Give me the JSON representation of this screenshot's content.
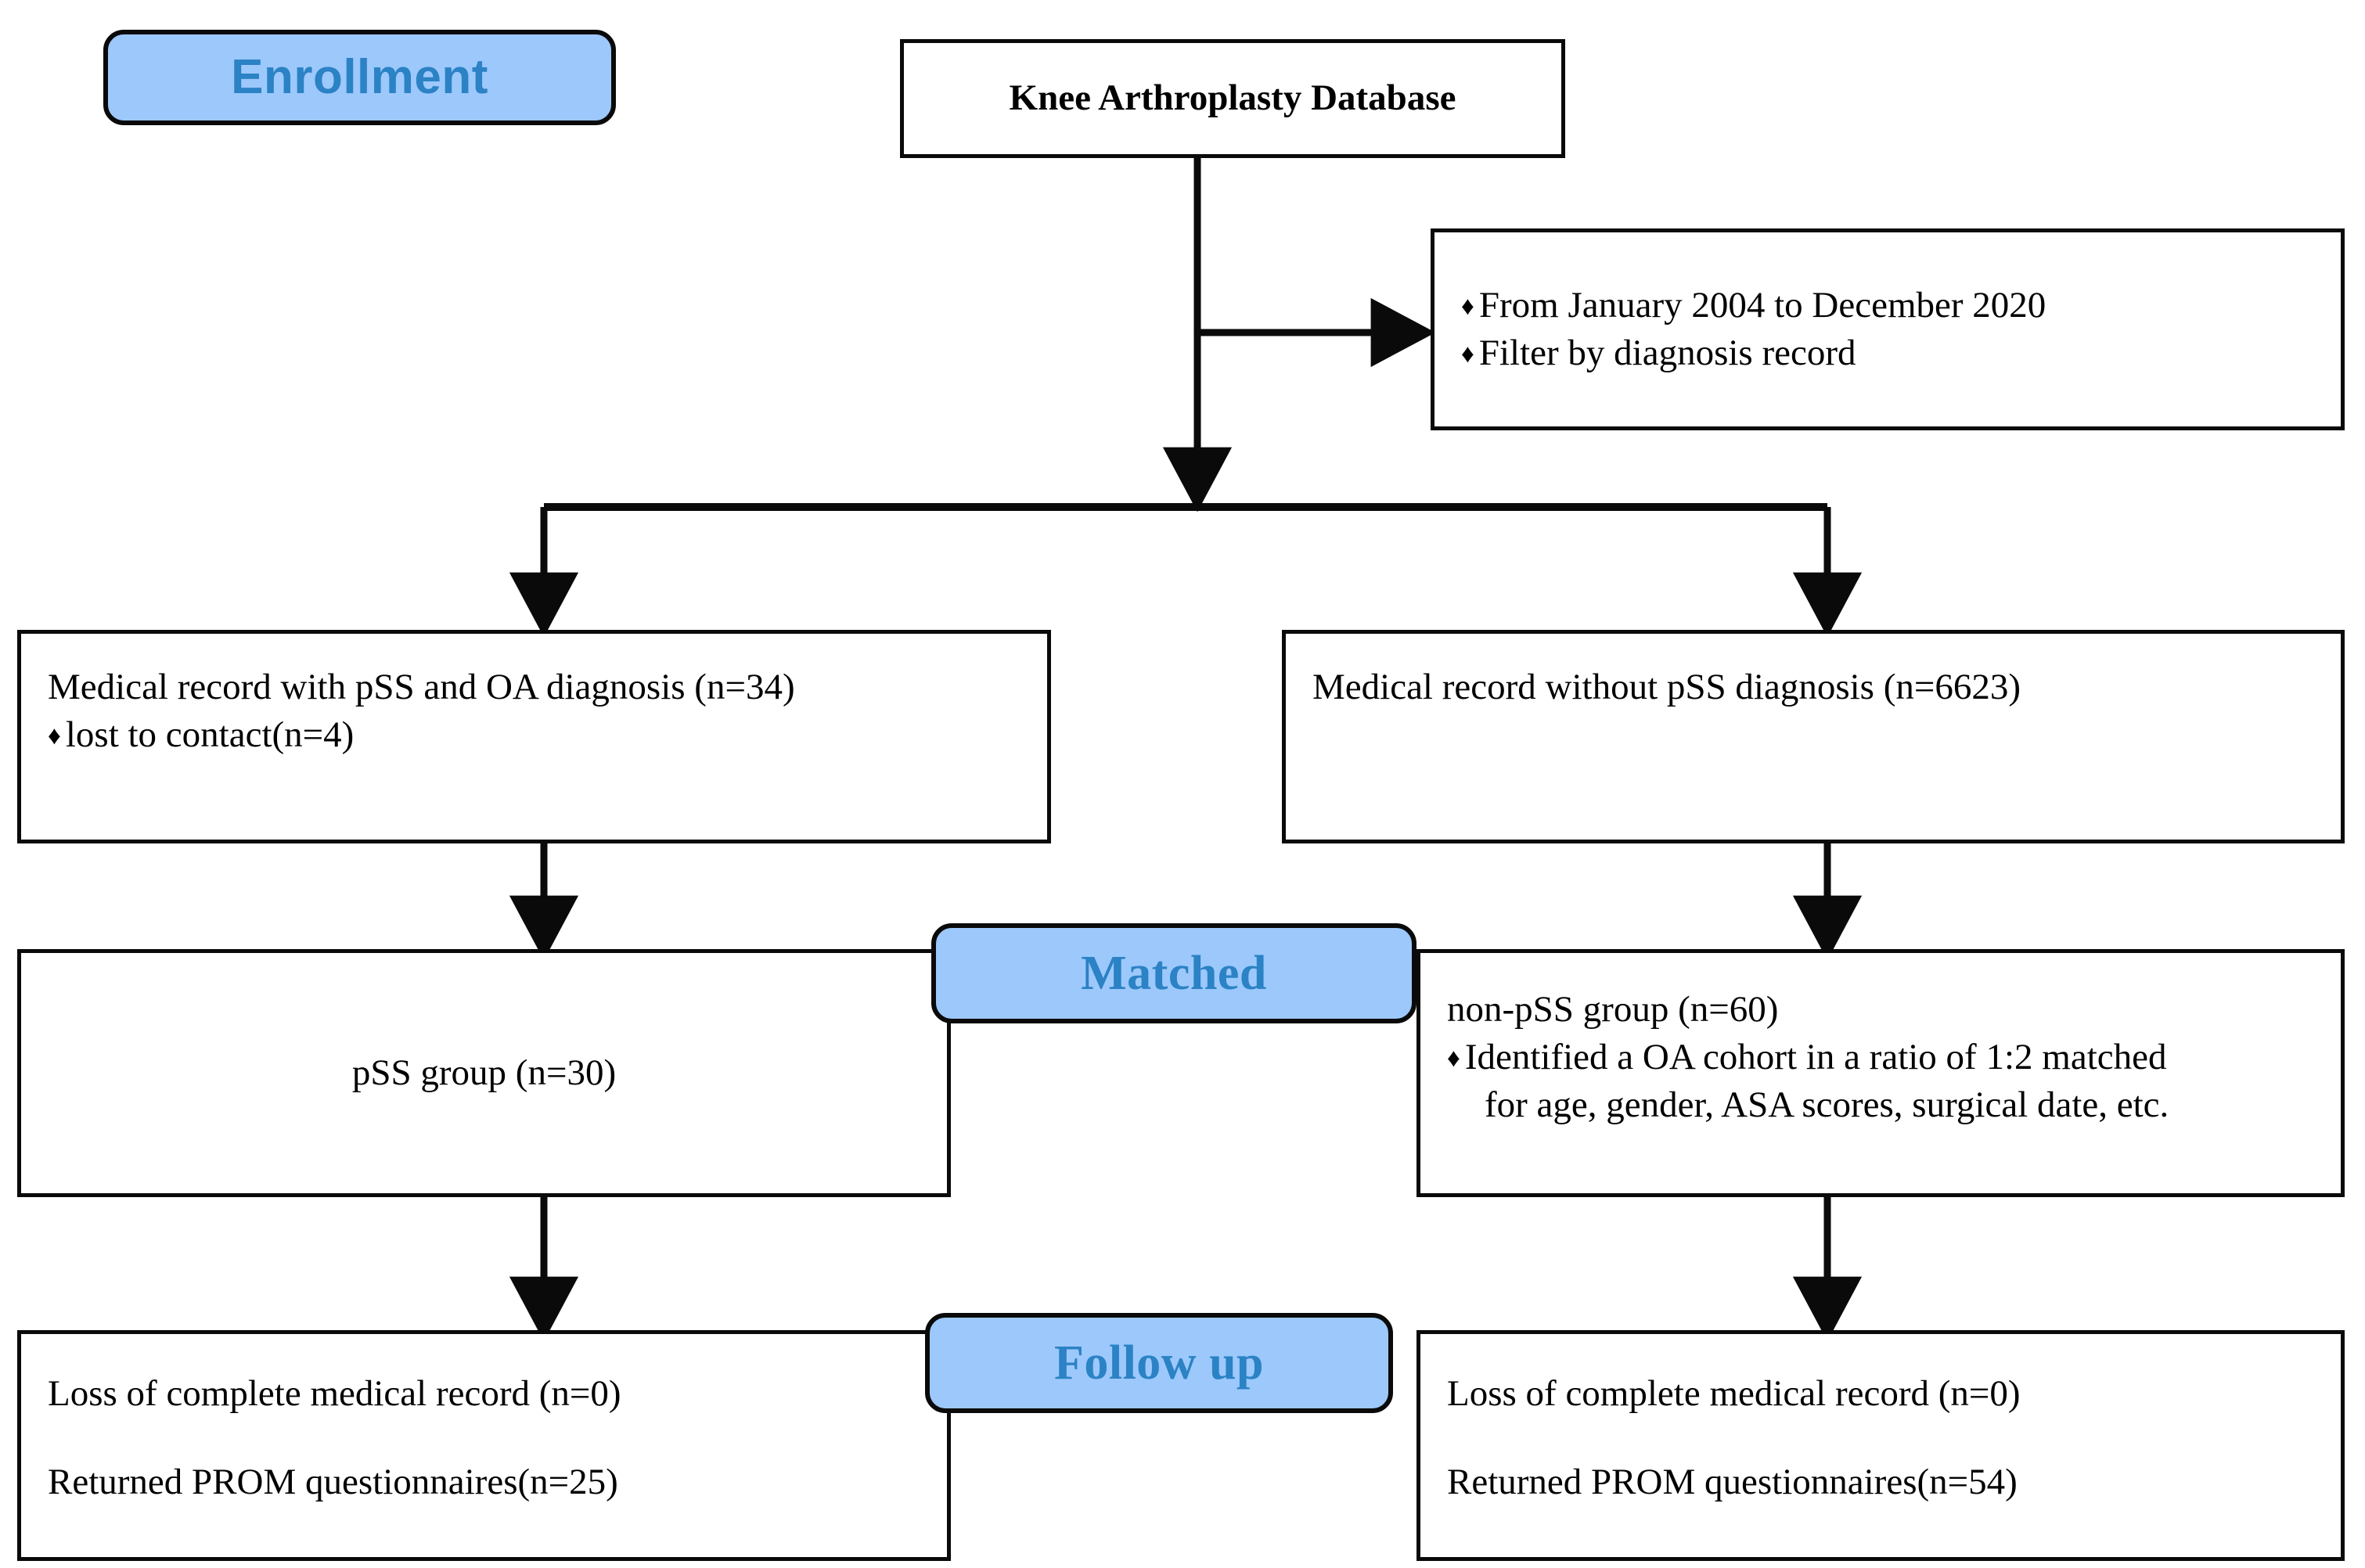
{
  "diagram": {
    "title": "Knee Arthroplasty Database study flow diagram",
    "accent_blue_fill": "#9cc8fb",
    "accent_blue_text": "#2b82c4",
    "stroke_color": "#0a0a0a"
  },
  "stages": {
    "enrollment": "Enrollment",
    "matched": "Matched",
    "follow_up": "Follow up"
  },
  "nodes": {
    "source": {
      "label": "Knee Arthroplasty Database"
    },
    "filter": {
      "bullet1": "From January 2004 to December 2020",
      "bullet2": "Filter by diagnosis record",
      "bullet_glyph": "♦"
    },
    "pss_records": {
      "line1": "Medical record with pSS and OA diagnosis (n=34)",
      "bullet1": "lost to contact(n=4)",
      "bullet_glyph": "♦"
    },
    "nonpss_records": {
      "line1": "Medical record without pSS diagnosis (n=6623)"
    },
    "pss_group": {
      "label": "pSS group (n=30)"
    },
    "nonpss_group": {
      "line1": "non-pSS group  (n=60)",
      "bullet1": "Identified a OA cohort in a ratio of 1:2 matched",
      "bullet1_cont": "for age, gender, ASA scores, surgical date, etc.",
      "bullet_glyph": "♦"
    },
    "followup_left": {
      "line1": "Loss of complete medical record (n=0)",
      "line2": "Returned PROM questionnaires(n=25)"
    },
    "followup_right": {
      "line1": "Loss of complete medical record (n=0)",
      "line2": "Returned PROM questionnaires(n=54)"
    }
  },
  "counts": {
    "pss_and_oa_records": 34,
    "lost_to_contact": 4,
    "without_pss_records": 6623,
    "pss_group": 30,
    "non_pss_group": 60,
    "pss_loss_of_record": 0,
    "pss_returned_prom": 25,
    "nonpss_loss_of_record": 0,
    "nonpss_returned_prom": 54
  }
}
